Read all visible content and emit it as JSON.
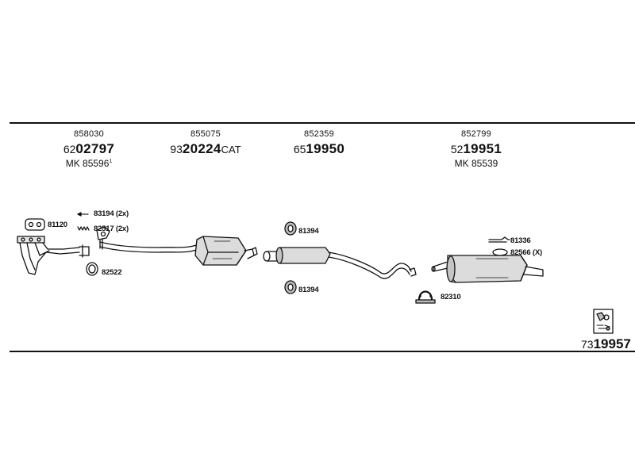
{
  "parts": [
    {
      "ref": "858030",
      "prefix": "62",
      "main": "02797",
      "suffix": "",
      "mk": "MK 85596",
      "mk_sup": "1"
    },
    {
      "ref": "855075",
      "prefix": "93",
      "main": "20224",
      "suffix": "CAT",
      "mk": "",
      "mk_sup": ""
    },
    {
      "ref": "852359",
      "prefix": "65",
      "main": "19950",
      "suffix": "",
      "mk": "",
      "mk_sup": ""
    },
    {
      "ref": "852799",
      "prefix": "52",
      "main": "19951",
      "suffix": "",
      "mk": "MK 85539",
      "mk_sup": ""
    }
  ],
  "labels": {
    "l81120": "81120",
    "l83194": "83194 (2x)",
    "l82517": "82517 (2x)",
    "l82522": "82522",
    "l81394a": "81394",
    "l81394b": "81394",
    "l81336": "81336",
    "l82566": "82566 (X)",
    "l82310": "82310"
  },
  "kit": {
    "prefix": "73",
    "main": "19957"
  }
}
